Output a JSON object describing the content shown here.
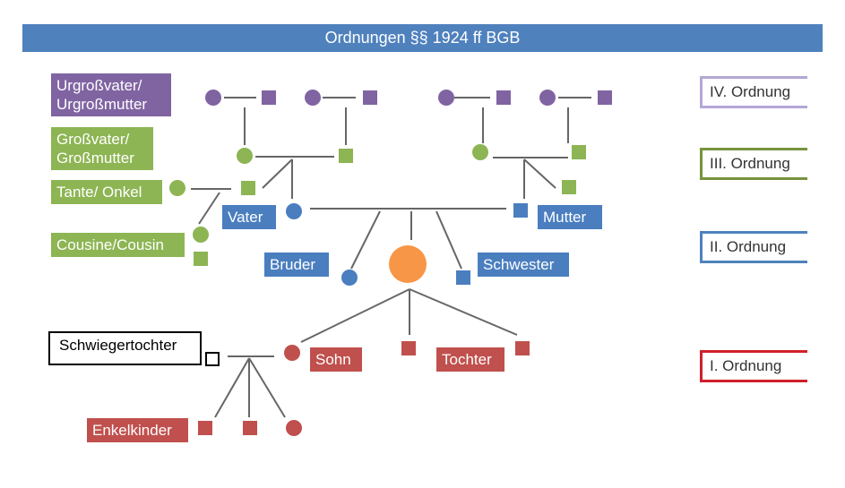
{
  "title": "Ordnungen §§ 1924 ff BGB",
  "colors": {
    "banner": "#4f81bd",
    "order4": "#8064a2",
    "order3": "#8db553",
    "order2": "#4a7ebf",
    "order1": "#c0504d",
    "self": "#f79646",
    "line": "#666666"
  },
  "labels": {
    "urgrosseltern": "Urgroßvater/\nUrgroßmutter",
    "urgrosseltern_l1": "Urgroßvater/",
    "urgrosseltern_l2": "Urgroßmutter",
    "grosseltern_l1": "Großvater/",
    "grosseltern_l2": "Großmutter",
    "tante_onkel": "Tante/ Onkel",
    "cousine_cousin": "Cousine/Cousin",
    "vater": "Vater",
    "mutter": "Mutter",
    "bruder": "Bruder",
    "schwester": "Schwester",
    "schwiegertochter": "Schwiegertochter",
    "sohn": "Sohn",
    "tochter": "Tochter",
    "enkelkinder": "Enkelkinder"
  },
  "orders": [
    {
      "label": "IV. Ordnung",
      "color": "#b4a7d6"
    },
    {
      "label": "III. Ordnung",
      "color": "#77933c"
    },
    {
      "label": "II. Ordnung",
      "color": "#4f81bd"
    },
    {
      "label": "I. Ordnung",
      "color": "#d0202a"
    }
  ]
}
